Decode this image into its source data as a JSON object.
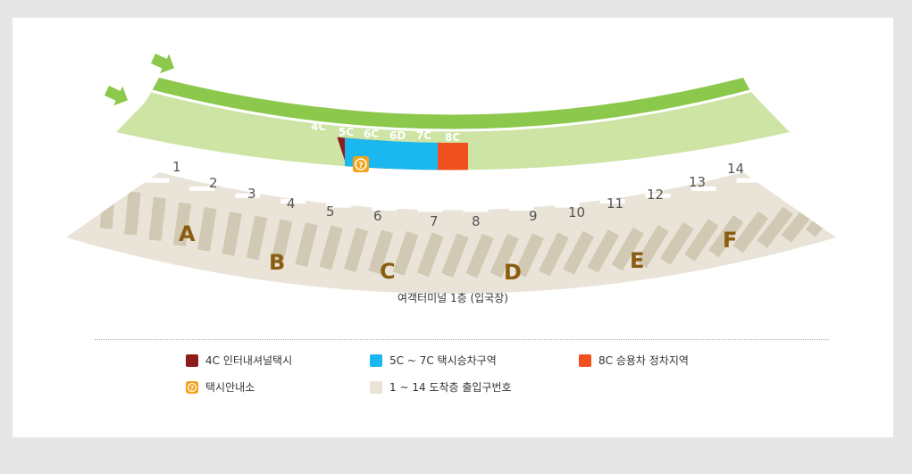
{
  "map": {
    "terminal_label": "여객터미널 1층 (입국장)",
    "bays": {
      "b4c": "4C",
      "b5c": "5C",
      "b6c": "6C",
      "b6d": "6D",
      "b7c": "7C",
      "b8c": "8C"
    },
    "gates": [
      "1",
      "2",
      "3",
      "4",
      "5",
      "6",
      "7",
      "8",
      "9",
      "10",
      "11",
      "12",
      "13",
      "14"
    ],
    "zones": [
      "A",
      "B",
      "C",
      "D",
      "E",
      "F"
    ],
    "colors": {
      "road_dark": "#8cc84b",
      "road_light": "#cde4a5",
      "terminal": "#e9e4d7",
      "international_taxi": "#8c1c1c",
      "taxi_zone": "#1ab8ee",
      "car_zone": "#f0501e",
      "info": "#f2a31b"
    }
  },
  "legend": {
    "international_taxi": "4C 인터내셔널택시",
    "taxi_zone": "5C ~ 7C 택시승차구역",
    "car_zone": "8C 승용차 정차지역",
    "taxi_info": "택시안내소",
    "gates": "1 ~ 14 도착층 출입구번호"
  }
}
